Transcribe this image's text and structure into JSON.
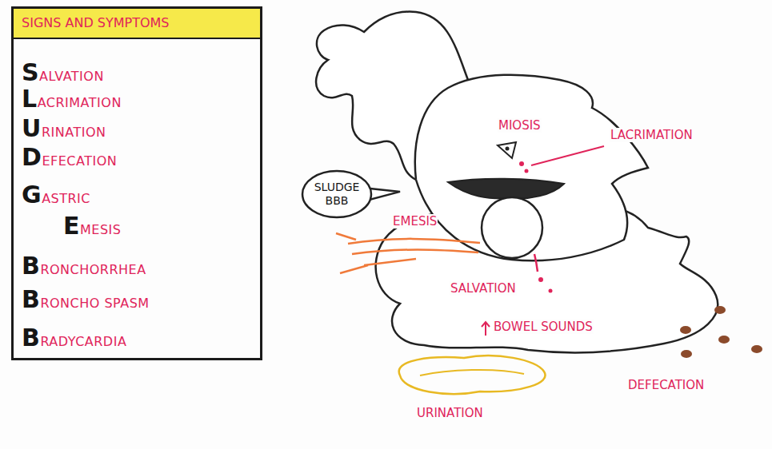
{
  "diagram": {
    "nodes": [
      {
        "text": [
          "SIGNS AND SYMPTOMS",
          "SALVATION",
          "LACRIMATION",
          "URINATION",
          "DEFECATION",
          "GASTRIC",
          "EMESIS",
          "BRONCHORRHEA",
          "BRONCHO SPASM",
          "BRADYCARDIA"
        ]
      },
      {
        "text": [
          "SLUDGE BBB"
        ]
      }
    ],
    "labels": [
      "MIOSIS",
      "LACRIMATION",
      "EMESIS",
      "SALVATION",
      "BOWEL SOUNDS",
      "DEFECATION",
      "URINATION"
    ]
  }
}
